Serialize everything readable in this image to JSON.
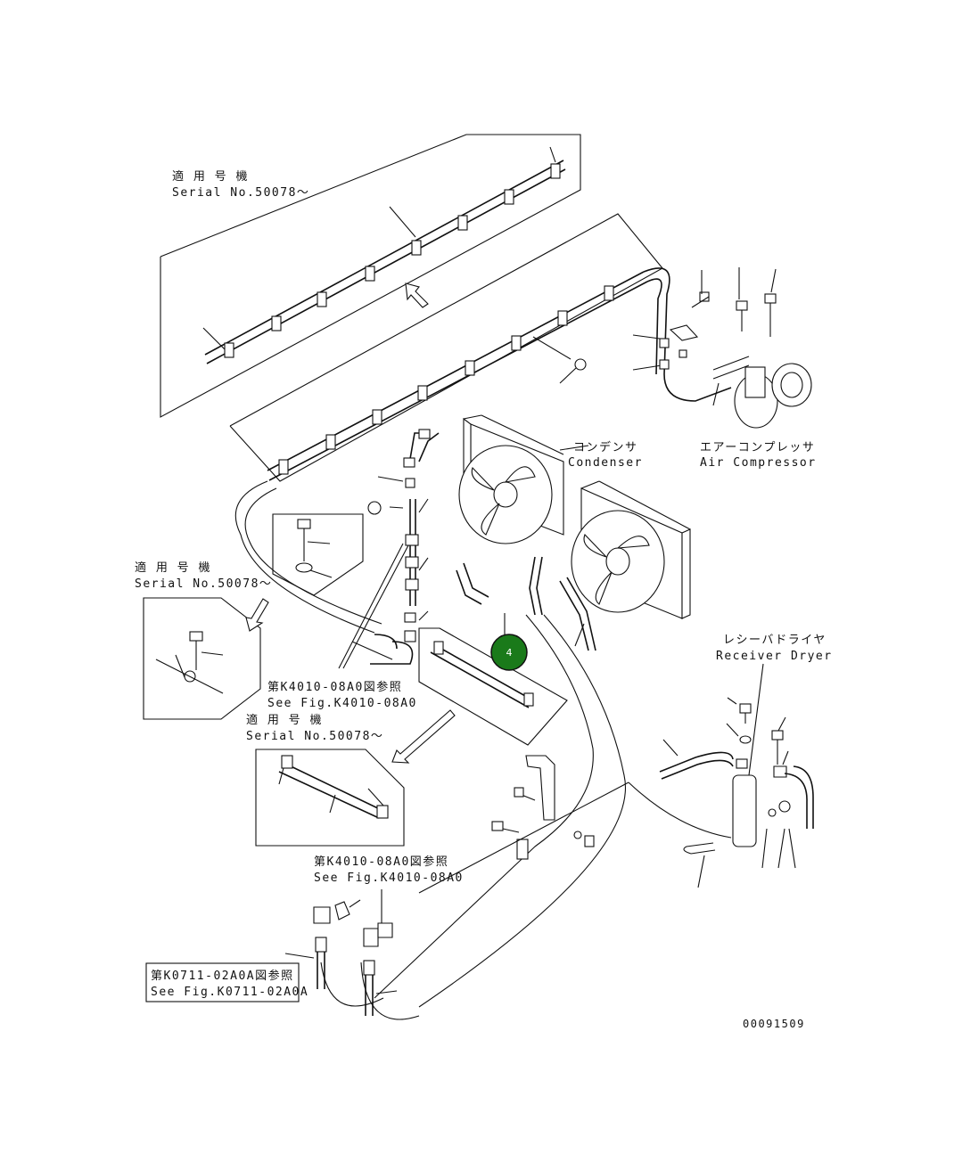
{
  "labels": {
    "serial_top_jp": "適 用 号 機",
    "serial_top_en": "Serial No.50078～",
    "condenser_jp": "コンデンサ",
    "condenser_en": "Condenser",
    "compressor_jp": "エアーコンプレッサ",
    "compressor_en": "Air Compressor",
    "serial_left_jp": "適 用 号 機",
    "serial_left_en": "Serial No.50078～",
    "receiver_jp": "レシーバドライヤ",
    "receiver_en": "Receiver Dryer",
    "ref1_jp": "第K4010-08A0図参照",
    "ref1_en": "See Fig.K4010-08A0",
    "serial_mid_jp": "適 用 号 機",
    "serial_mid_en": "Serial No.50078～",
    "ref2_jp": "第K4010-08A0図参照",
    "ref2_en": "See Fig.K4010-08A0",
    "ref3_jp": "第K0711-02A0A図参照",
    "ref3_en": "See Fig.K0711-02A0A",
    "drawing_number": "00091509"
  },
  "callout": {
    "number": "4",
    "color": "#1a7a1a"
  }
}
